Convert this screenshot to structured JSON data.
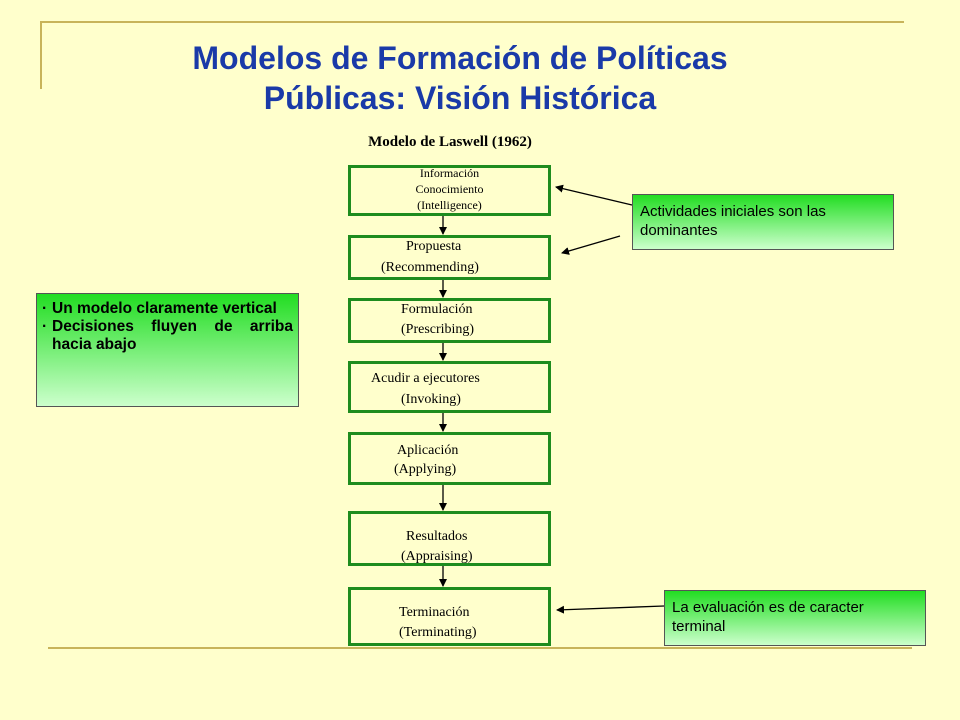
{
  "title": {
    "line1": "Modelos de Formación de Políticas",
    "line2": "Públicas: Visión Histórica"
  },
  "model_label": "Modelo de Laswell (1962)",
  "steps": [
    {
      "line1": "Información",
      "line2": "Conocimiento",
      "line3": "(Intelligence)"
    },
    {
      "line1": "Propuesta",
      "line2": "(Recommending)"
    },
    {
      "line1": "Formulación",
      "line2": "(Prescribing)"
    },
    {
      "line1": "Acudir a ejecutores",
      "line2": "(Invoking)"
    },
    {
      "line1": "Aplicación",
      "line2": "(Applying)"
    },
    {
      "line1": "Resultados",
      "line2": "(Appraising)"
    },
    {
      "line1": "Terminación",
      "line2": "(Terminating)"
    }
  ],
  "notes": {
    "left": {
      "item1": "Un modelo claramente vertical",
      "item2": "Decisiones fluyen de arriba hacia abajo"
    },
    "top_right": "Actividades iniciales son las dominantes",
    "bottom_right": "La evaluación es de caracter terminal"
  },
  "colors": {
    "background": "#ffffcc",
    "title": "#1a3aa8",
    "box_border": "#1e8c1e",
    "rule": "#c8b45a"
  }
}
